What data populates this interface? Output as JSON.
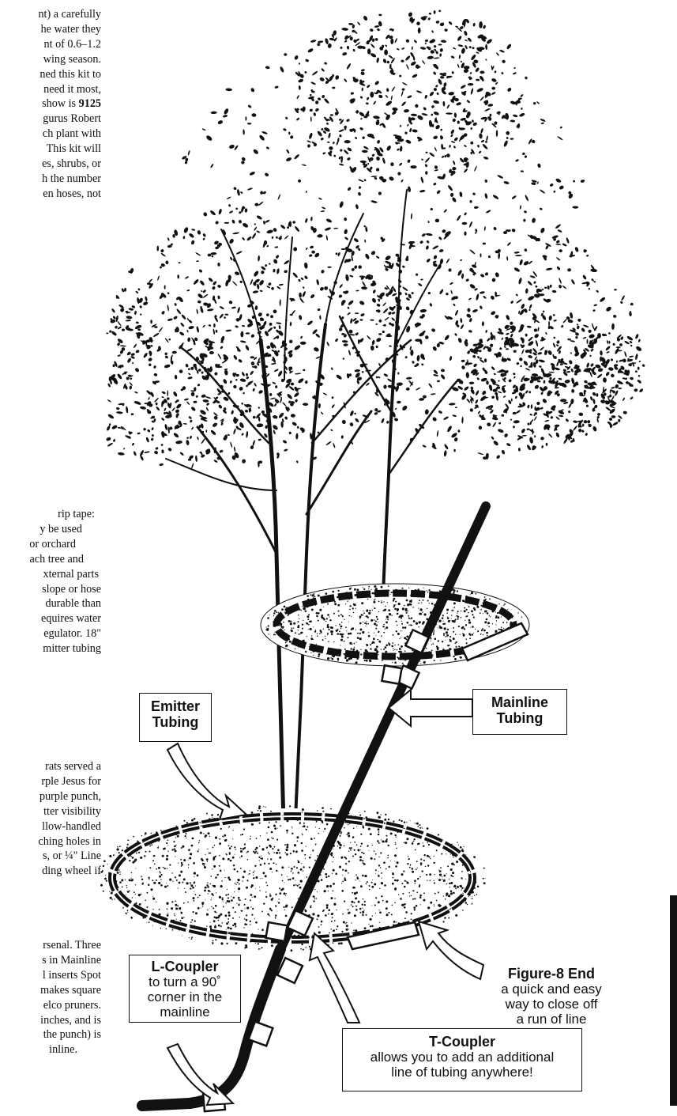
{
  "paragraph1": {
    "lines": [
      "nt) a carefully",
      "he water they",
      "nt of 0.6–1.2",
      "wing season.",
      "ned this kit to",
      "need it most,",
      "show is ",
      "gurus Robert",
      "ch plant with",
      "This kit will",
      "es, shrubs, or",
      "h the number",
      "en hoses, not"
    ],
    "bold_number": "9125"
  },
  "paragraph2": {
    "lines": [
      "rip tape:",
      "y be used",
      "or orchard",
      "ach tree and",
      "xternal parts",
      "slope or hose",
      "durable than",
      "equires water",
      "egulator. 18\"",
      "mitter tubing"
    ]
  },
  "paragraph3": {
    "lines": [
      "rats served a",
      "rple Jesus for",
      "purple punch,",
      "tter visibility",
      "llow-handled",
      "ching holes in",
      "s, or ¼\" Line",
      "ding wheel if"
    ]
  },
  "paragraph4": {
    "lines": [
      "rsenal. Three",
      "s in Mainline",
      "l inserts Spot",
      "makes square",
      "elco pruners.",
      "inches, and is",
      "the punch) is",
      "inline."
    ]
  },
  "callouts": {
    "emitter": {
      "title_line1": "Emitter",
      "title_line2": "Tubing"
    },
    "mainline": {
      "title_line1": "Mainline",
      "title_line2": "Tubing"
    },
    "lcoupler": {
      "title": "L-Coupler",
      "line1": "to turn a 90˚",
      "line2": "corner in the",
      "line3": "mainline"
    },
    "figure8": {
      "title": "Figure-8 End",
      "line1": "a quick and easy",
      "line2": "way to close off",
      "line3": "a run of line"
    },
    "tcoupler": {
      "title": "T-Coupler",
      "line1": "allows you to add an additional",
      "line2": "line of tubing anywhere!"
    }
  }
}
